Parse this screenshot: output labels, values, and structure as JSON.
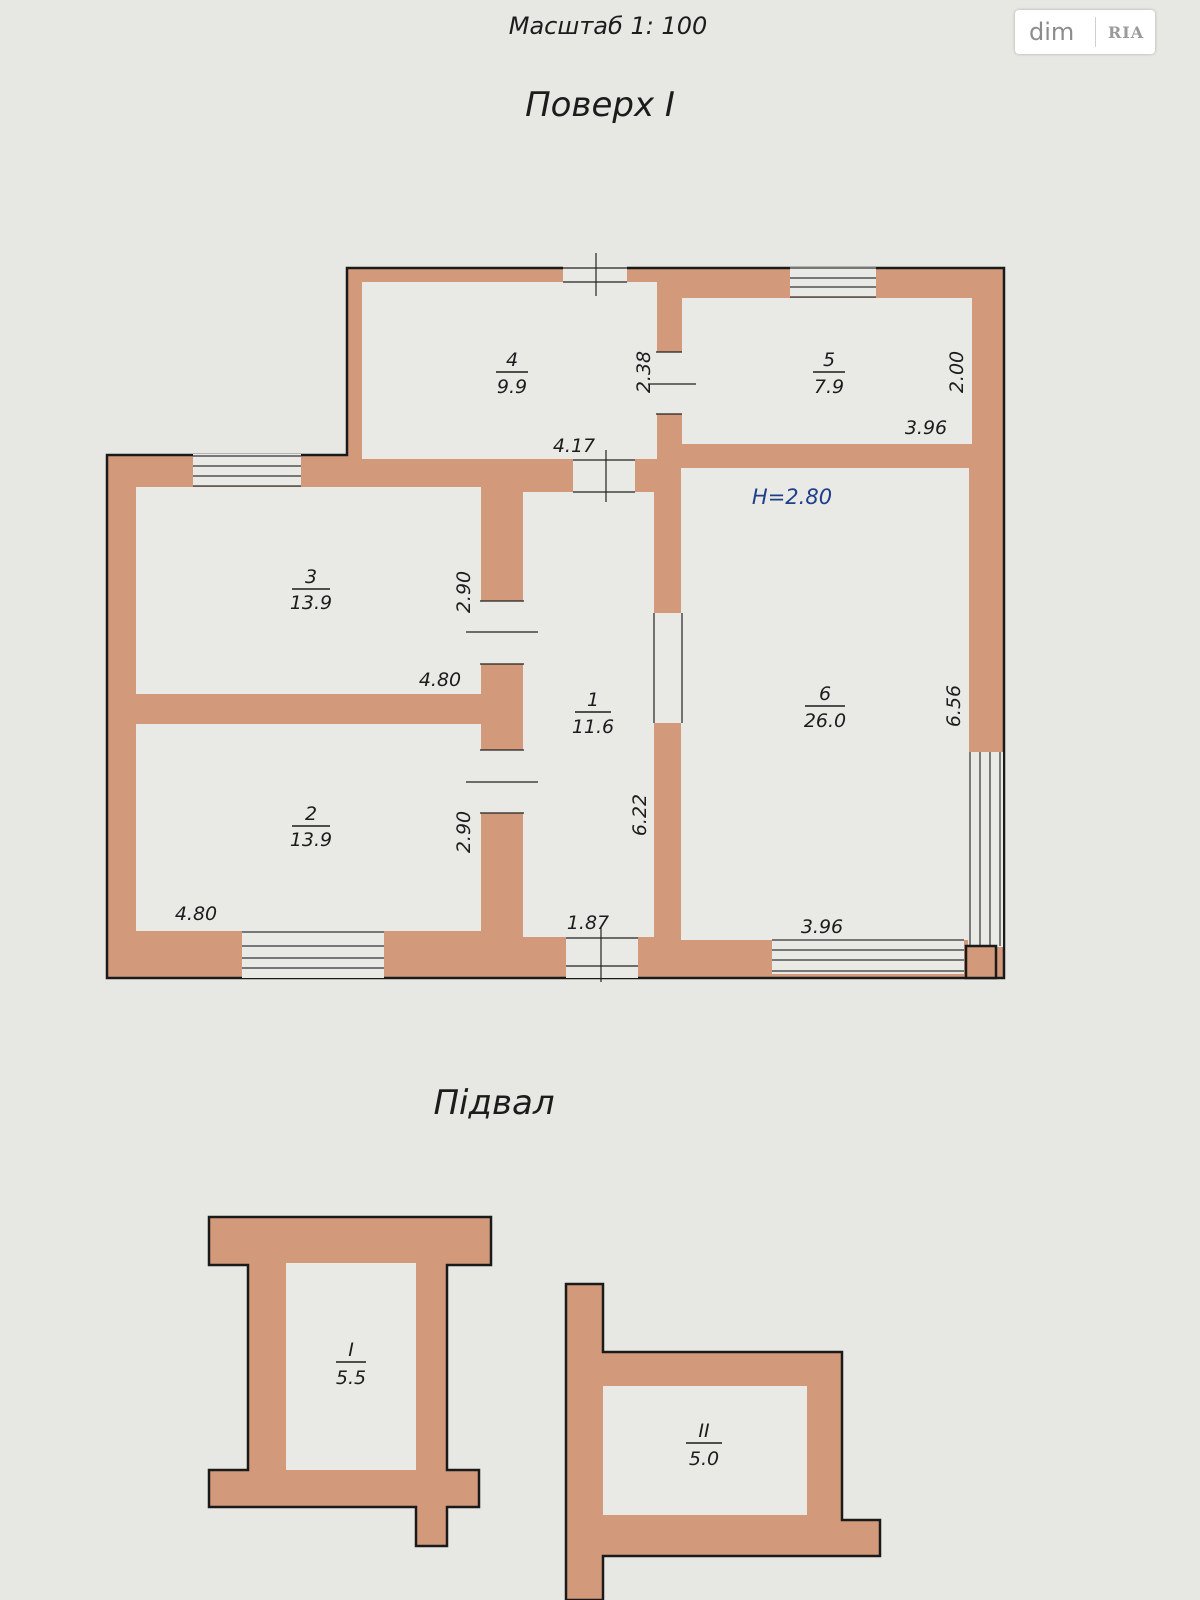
{
  "scale_title": "Масштаб 1: 100",
  "floor_title": "Поверх I",
  "basement_title": "Підвал",
  "height_note": "H=2.80",
  "watermark": {
    "left": "dim",
    "right": "RIA"
  },
  "rooms": [
    {
      "num": "1",
      "area": "11.6"
    },
    {
      "num": "2",
      "area": "13.9"
    },
    {
      "num": "3",
      "area": "13.9"
    },
    {
      "num": "4",
      "area": "9.9"
    },
    {
      "num": "5",
      "area": "7.9"
    },
    {
      "num": "6",
      "area": "26.0"
    }
  ],
  "basement_rooms": [
    {
      "num": "I",
      "area": "5.5"
    },
    {
      "num": "II",
      "area": "5.0"
    }
  ],
  "dimensions": {
    "room4_width": "4.17",
    "room4_depth": "2.38",
    "room5_width": "3.96",
    "room5_depth": "2.00",
    "room3_width": "4.80",
    "room3_depth": "2.90",
    "room2_width": "4.80",
    "room2_depth": "2.90",
    "room1_width": "1.87",
    "room1_depth": "6.22",
    "room6_width": "3.96",
    "room6_depth": "6.56"
  }
}
